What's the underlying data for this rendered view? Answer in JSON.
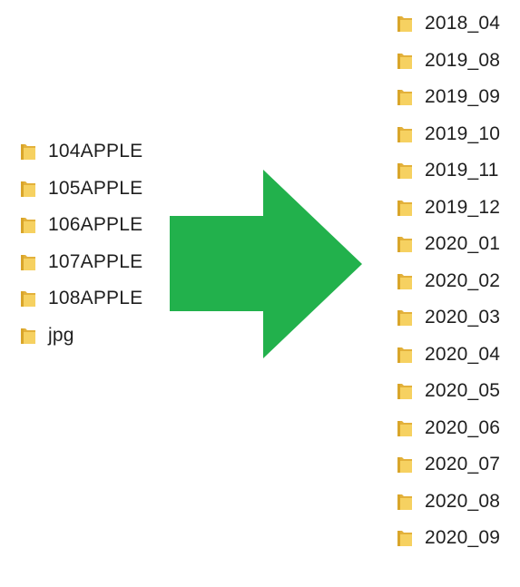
{
  "source_folders": [
    {
      "label": "104APPLE",
      "icon": "folder-icon"
    },
    {
      "label": "105APPLE",
      "icon": "folder-icon"
    },
    {
      "label": "106APPLE",
      "icon": "folder-icon"
    },
    {
      "label": "107APPLE",
      "icon": "folder-icon"
    },
    {
      "label": "108APPLE",
      "icon": "folder-icon"
    },
    {
      "label": "jpg",
      "icon": "folder-icon"
    }
  ],
  "arrow": {
    "icon": "right-arrow-icon",
    "color": "#22b14c"
  },
  "target_folders": [
    {
      "label": "2018_04",
      "icon": "folder-icon"
    },
    {
      "label": "2019_08",
      "icon": "folder-icon"
    },
    {
      "label": "2019_09",
      "icon": "folder-icon"
    },
    {
      "label": "2019_10",
      "icon": "folder-icon"
    },
    {
      "label": "2019_11",
      "icon": "folder-icon"
    },
    {
      "label": "2019_12",
      "icon": "folder-icon"
    },
    {
      "label": "2020_01",
      "icon": "folder-icon"
    },
    {
      "label": "2020_02",
      "icon": "folder-icon"
    },
    {
      "label": "2020_03",
      "icon": "folder-icon"
    },
    {
      "label": "2020_04",
      "icon": "folder-icon"
    },
    {
      "label": "2020_05",
      "icon": "folder-icon"
    },
    {
      "label": "2020_06",
      "icon": "folder-icon"
    },
    {
      "label": "2020_07",
      "icon": "folder-icon"
    },
    {
      "label": "2020_08",
      "icon": "folder-icon"
    },
    {
      "label": "2020_09",
      "icon": "folder-icon"
    }
  ],
  "colors": {
    "folder_body": "#f6d161",
    "folder_back": "#e3b13b",
    "folder_edge": "#d9a52a",
    "text": "#1f1f1f"
  }
}
